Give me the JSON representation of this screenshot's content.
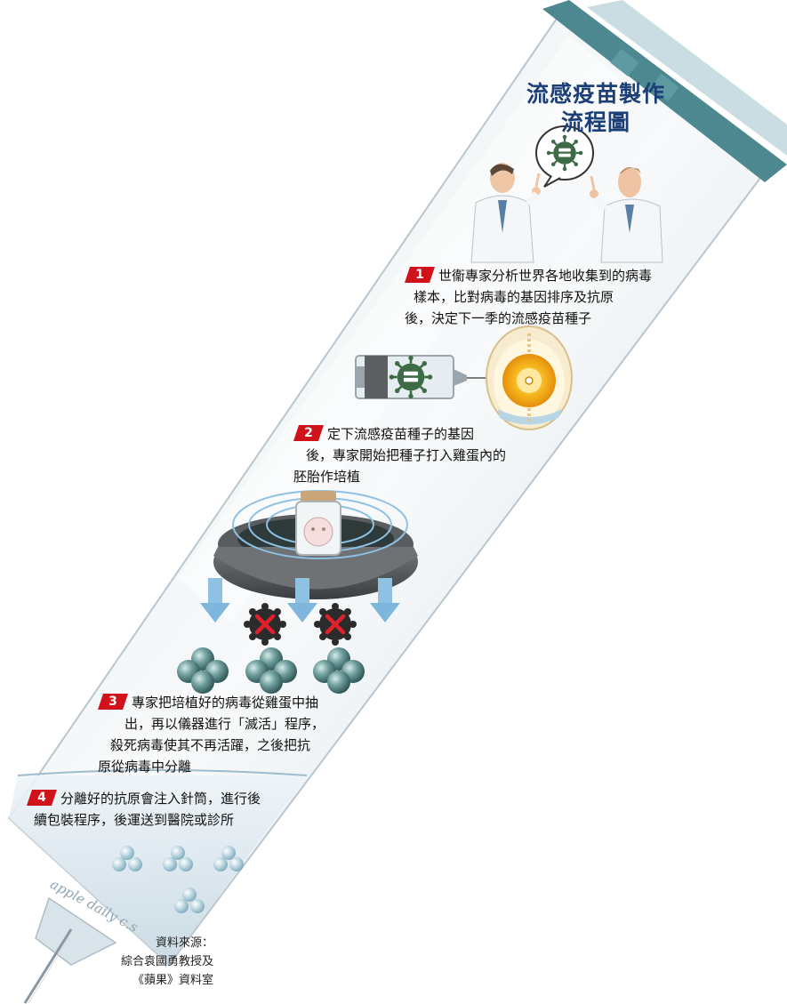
{
  "title": {
    "line1": "流感疫苗製作",
    "line2": "流程圖"
  },
  "steps": [
    {
      "num": "1",
      "lines": [
        "世衞專家分析世界各地收集到的病毒",
        "樣本，比對病毒的基因排序及抗原",
        "後，決定下一季的流感疫苗種子"
      ]
    },
    {
      "num": "2",
      "lines": [
        "定下流感疫苗種子的基因",
        "後，專家開始把種子打入雞蛋內的",
        "胚胎作培植"
      ]
    },
    {
      "num": "3",
      "lines": [
        "專家把培植好的病毒從雞蛋中抽",
        "出，再以儀器進行「滅活」程序，",
        "殺死病毒使其不再活躍，之後把抗",
        "原從病毒中分離"
      ]
    },
    {
      "num": "4",
      "lines": [
        "分離好的抗原會注入針筒，進行後",
        "續包裝程序，後運送到醫院或診所"
      ]
    }
  ],
  "source": {
    "line1": "資料來源：",
    "line2": "綜合袁國勇教授及",
    "line3": "《蘋果》資料室"
  },
  "watermark": "apple daily c.s",
  "colors": {
    "title": "#1c3f77",
    "badge": "#d0121b",
    "virus": "#3d6b46",
    "arrow": "#7fb6dd",
    "cross": "#e0202a",
    "ball": "#5f8f8f"
  },
  "icons": [
    "syringe-body",
    "doctor",
    "speech-bubble",
    "virus-icon",
    "small-syringe",
    "egg",
    "centrifuge",
    "vial",
    "down-arrow",
    "dead-virus-icon",
    "antigen-cluster",
    "needle"
  ]
}
